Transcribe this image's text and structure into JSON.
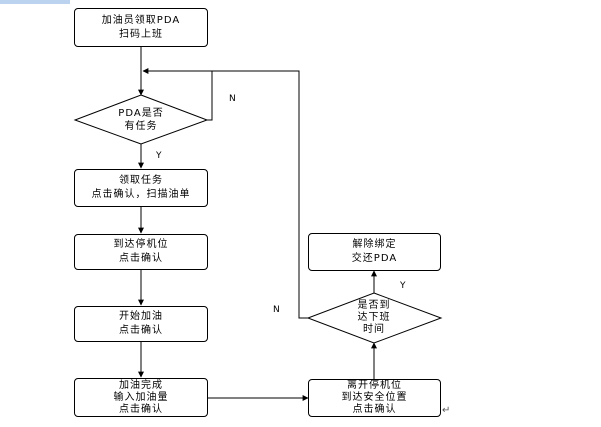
{
  "nodes": {
    "start": [
      "加油员领取PDA",
      "扫码上班"
    ],
    "has_task": [
      "PDA是否",
      "有任务"
    ],
    "take_task": [
      "领取任务",
      "点击确认，扫描油单"
    ],
    "arrive": [
      "到达停机位",
      "点击确认"
    ],
    "begin": [
      "开始加油",
      "点击确认"
    ],
    "finish": [
      "加油完成",
      "输入加油量",
      "点击确认"
    ],
    "leave": [
      "离开停机位",
      "到达安全位置",
      "点击确认"
    ],
    "off_time": [
      "是否到",
      "达下班",
      "时间"
    ],
    "unbind": [
      "解除绑定",
      "交还PDA"
    ]
  },
  "labels": {
    "n_task": "N",
    "y_task": "Y",
    "n_off": "N",
    "y_off": "Y"
  },
  "paragraph_mark": "↵"
}
